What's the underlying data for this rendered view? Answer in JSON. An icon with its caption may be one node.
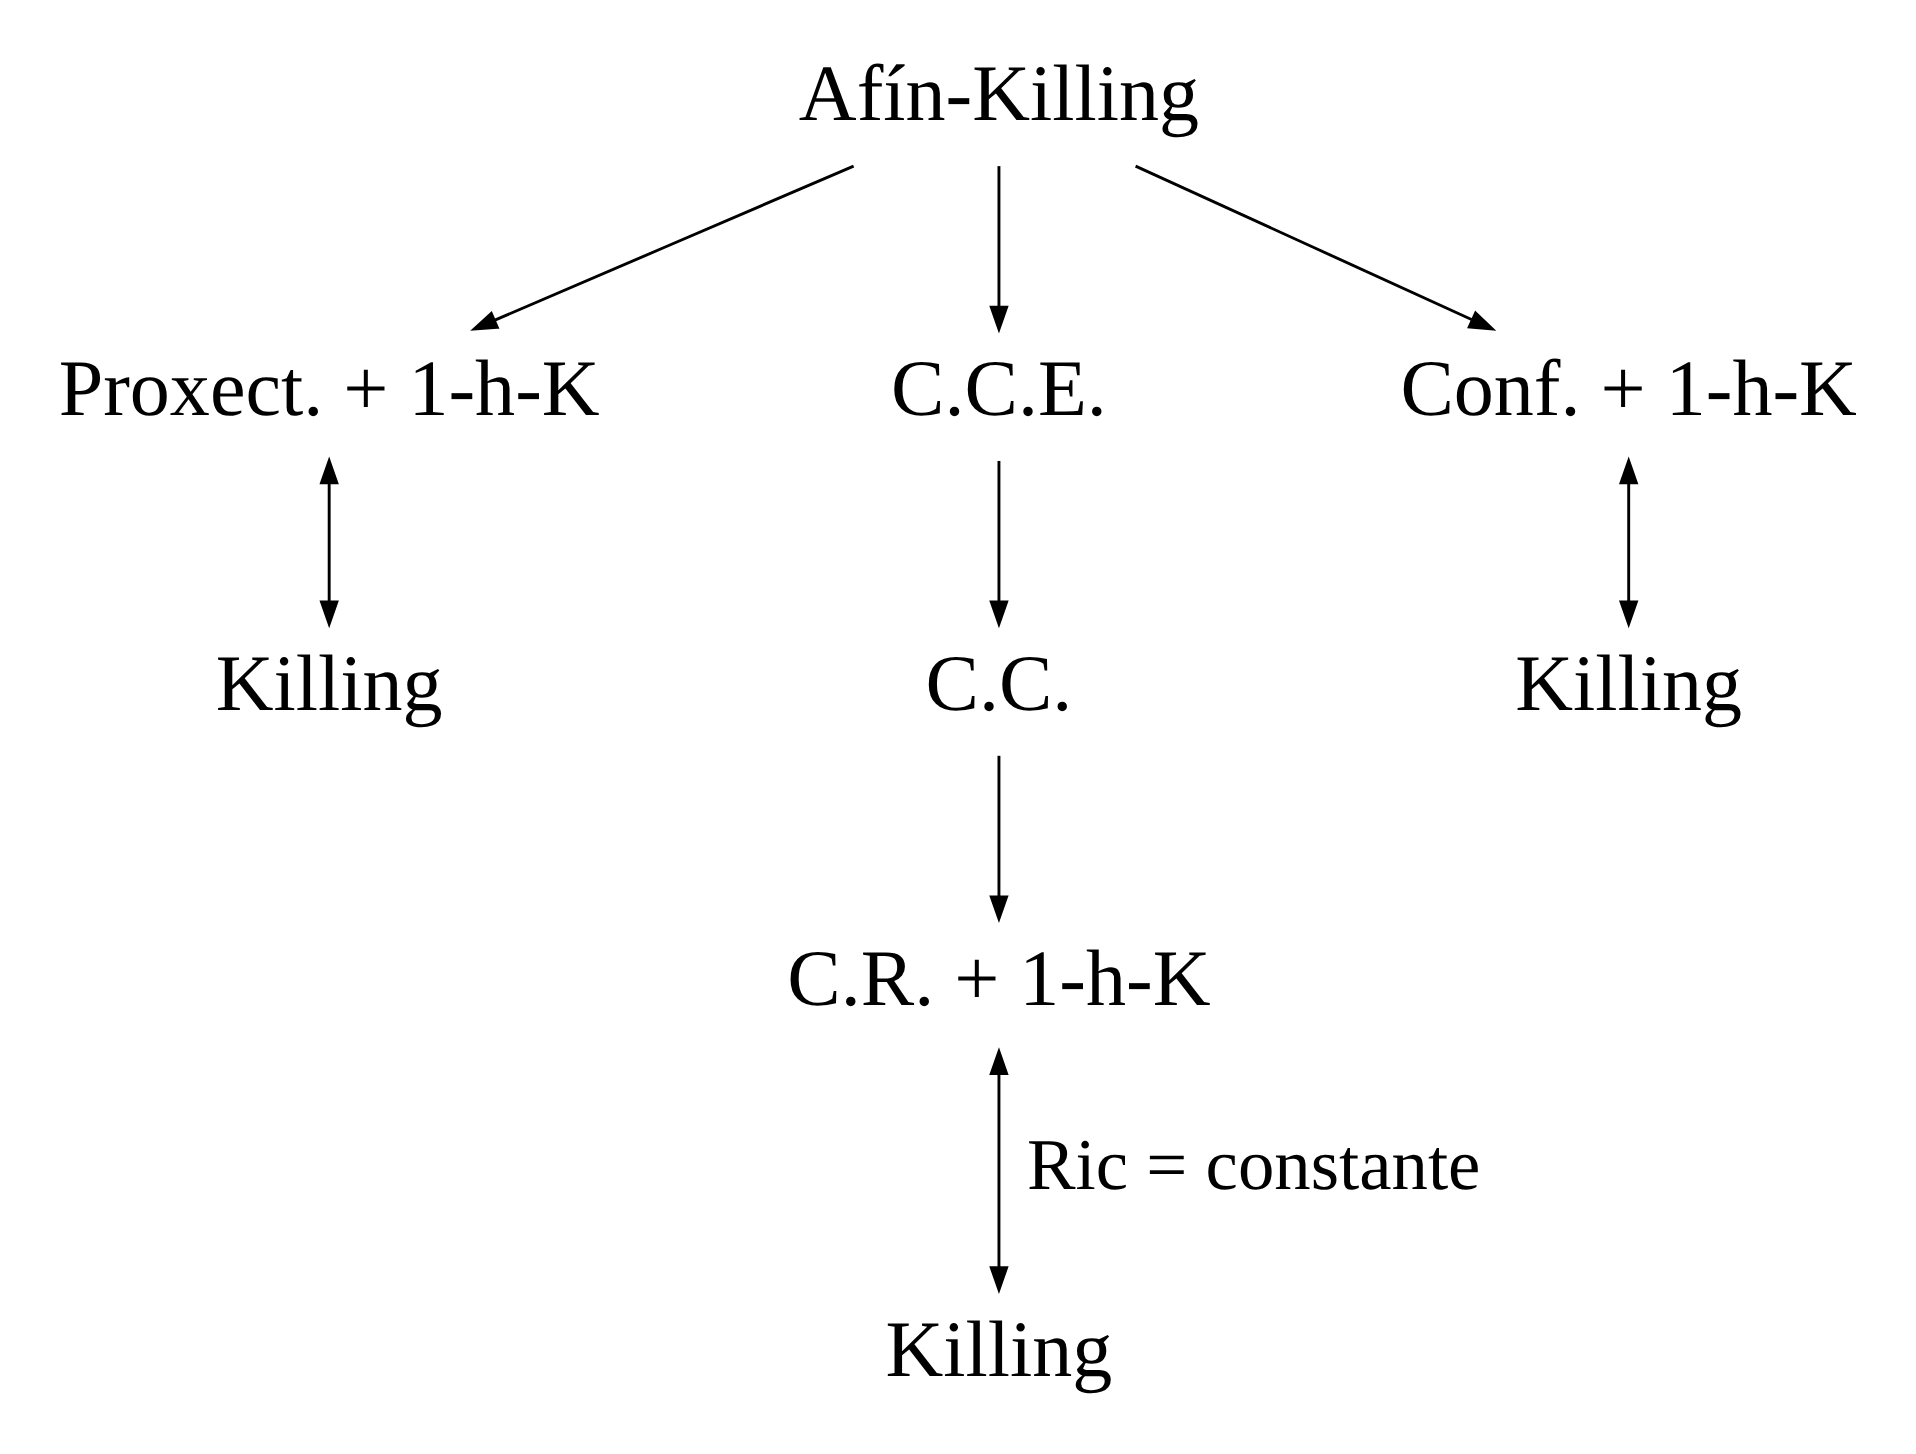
{
  "diagram": {
    "nodes": [
      {
        "text": [
          "Afín-Killing"
        ]
      },
      {
        "text": [
          "Proxect. + 1-h-K"
        ]
      },
      {
        "text": [
          "C.C.E."
        ]
      },
      {
        "text": [
          "Conf. + 1-h-K"
        ]
      },
      {
        "text": [
          "Killing"
        ]
      },
      {
        "text": [
          "C.C."
        ]
      },
      {
        "text": [
          "Killing"
        ]
      },
      {
        "text": [
          "C.R. + 1-h-K"
        ]
      },
      {
        "text": [
          "Killing"
        ]
      }
    ],
    "edges": [
      {
        "from": 0,
        "to": 1,
        "arrow": "to"
      },
      {
        "from": 0,
        "to": 2,
        "arrow": "to"
      },
      {
        "from": 0,
        "to": 3,
        "arrow": "to"
      },
      {
        "from": 1,
        "to": 4,
        "arrow": "both"
      },
      {
        "from": 2,
        "to": 5,
        "arrow": "to"
      },
      {
        "from": 3,
        "to": 6,
        "arrow": "both"
      },
      {
        "from": 5,
        "to": 7,
        "arrow": "to"
      },
      {
        "from": 7,
        "to": 8,
        "arrow": "both",
        "label": "Ric = constante"
      }
    ]
  }
}
